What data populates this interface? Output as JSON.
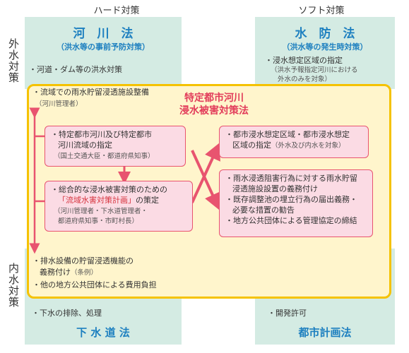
{
  "columns": {
    "left": "ハード対策",
    "right": "ソフト対策"
  },
  "rows": {
    "top": "外水対策",
    "bottom": "内水対策"
  },
  "river_law": {
    "title": "河　川　法",
    "subtitle": "（洪水等の事前予防対策）",
    "item": "・河道・ダム等の洪水対策"
  },
  "flood_fighting_law": {
    "title": "水　防　法",
    "subtitle": "（洪水等の発生時対策）",
    "item": "・浸水想定区域の指定",
    "note1": "（洪水予報指定河川における",
    "note2": "外水のみを対象）"
  },
  "sewerage_law": {
    "title": "下 水 道 法",
    "item": "・下水の排除、処理"
  },
  "city_planning_law": {
    "title": "都市計画法",
    "item": "・開発許可"
  },
  "special_law": {
    "title_line1": "特定都市河川",
    "title_line2": "浸水被害対策法",
    "basin_item": "・流域での雨水貯留浸透施設整備",
    "basin_note": "（河川管理者）",
    "box1": {
      "line1": "・特定都市河川及び特定都市",
      "line2": "河川流域の指定",
      "note": "（国土交通大臣・都道府県知事）"
    },
    "box2": {
      "line1": "・総合的な浸水被害対策のための",
      "line2_em": "「流域水害対策計画」",
      "line2_rest": "の策定",
      "note1": "（河川管理者・下水道管理者・",
      "note2": "都道府県知事・市町村長）"
    },
    "box3": {
      "line1": "・都市浸水想定区域・都市浸水想定",
      "line2": "区域の指定",
      "note": "（外水及び内水を対象）"
    },
    "box4": {
      "line1": "・雨水浸透阻害行為に対する雨水貯留",
      "line2": "浸透施設設置の義務付け",
      "line3": "・既存調整池の埋立行為の届出義務・",
      "line4": "必要な措置の勧告",
      "line5": "・地方公共団体による管理協定の締結"
    },
    "drain_item1": "・排水設備の貯留浸透機能の",
    "drain_item2": "義務付け",
    "drain_note": "（条例）",
    "drain_item3": "・他の地方公共団体による費用負担"
  },
  "colors": {
    "quadrant": "#d4ebe3",
    "law_title": "#1e80c0",
    "yellow_border": "#f5c200",
    "pink_border": "#e8546f",
    "red_title": "#e23c5a"
  }
}
